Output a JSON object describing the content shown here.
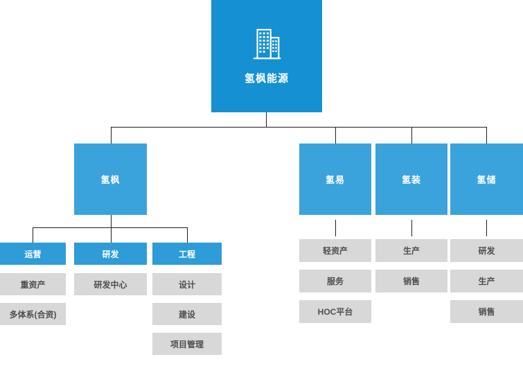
{
  "root": {
    "label": "氢枫能源",
    "icon": "building-icon"
  },
  "divisions": [
    {
      "label": "氢枫"
    },
    {
      "label": "氢易",
      "items": [
        "轻资产",
        "服务",
        "HOC平台"
      ]
    },
    {
      "label": "氢装",
      "items": [
        "生产",
        "销售"
      ]
    },
    {
      "label": "氢储",
      "items": [
        "研发",
        "生产",
        "销售"
      ]
    }
  ],
  "qingfeng_groups": [
    {
      "label": "运营",
      "items": [
        "重资产",
        "多体系(合资)"
      ]
    },
    {
      "label": "研发",
      "items": [
        "研发中心"
      ]
    },
    {
      "label": "工程",
      "items": [
        "设计",
        "建设",
        "项目管理"
      ]
    }
  ],
  "colors": {
    "root_blue": "#1590d2",
    "division_blue": "#3ba3dc",
    "subheader_blue": "#2d9cd8",
    "gray_box": "#d8d8d8",
    "gray_text": "#4f4f4f",
    "connector": "#1e1e1e"
  }
}
